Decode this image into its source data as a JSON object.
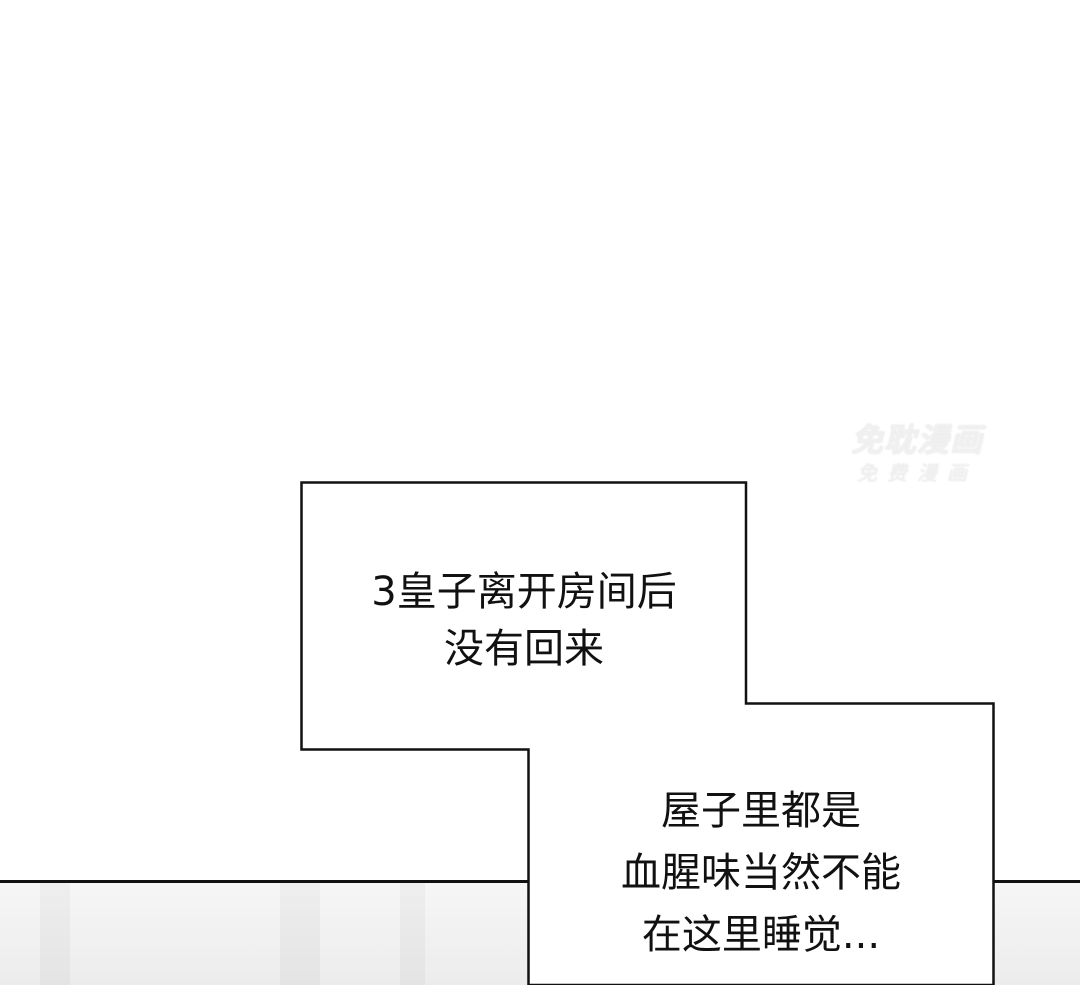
{
  "watermark": {
    "line1": "免耽漫画",
    "line2": "免费漫画"
  },
  "captions": [
    {
      "lines": [
        "3皇子离开房间后",
        "没有回来"
      ]
    },
    {
      "lines": [
        "屋子里都是",
        "血腥味当然不能",
        "在这里睡觉..."
      ]
    }
  ],
  "colors": {
    "border": "#111111",
    "background": "#ffffff",
    "panel": "#efefef"
  }
}
